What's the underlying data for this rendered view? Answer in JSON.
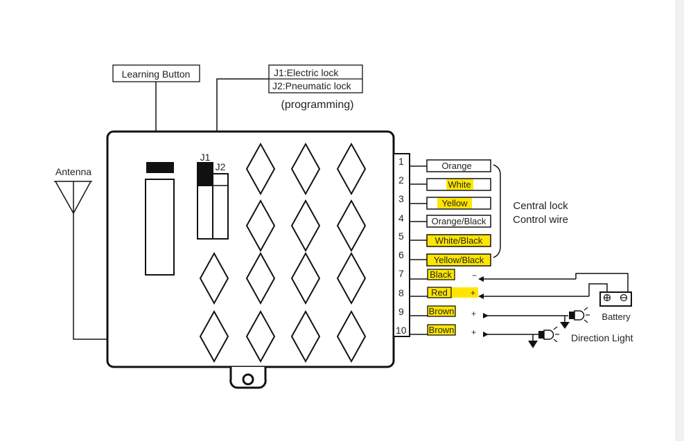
{
  "labels": {
    "learning_button": "Learning Button",
    "j1_electric": "J1:Electric lock",
    "j2_pneumatic": "J2:Pneumatic lock",
    "programming": "(programming)",
    "antenna": "Antenna",
    "j1": "J1",
    "j2": "J2",
    "central_lock_line1": "Central lock",
    "central_lock_line2": "Control wire",
    "battery": "Battery",
    "direction_light": "Direction Light",
    "minus": "−",
    "plus": "+"
  },
  "colors": {
    "highlight": "#ffe600",
    "line": "#111111"
  },
  "wires": [
    {
      "num": "1",
      "color": "Orange",
      "highlighted": false
    },
    {
      "num": "2",
      "color": "White",
      "highlighted": true
    },
    {
      "num": "3",
      "color": "Yellow",
      "highlighted": true
    },
    {
      "num": "4",
      "color": "Orange/Black",
      "highlighted": false
    },
    {
      "num": "5",
      "color": "White/Black",
      "highlighted": true
    },
    {
      "num": "6",
      "color": "Yellow/Black",
      "highlighted": true
    },
    {
      "num": "7",
      "color": "Black",
      "highlighted": true
    },
    {
      "num": "8",
      "color": "Red",
      "highlighted": true
    },
    {
      "num": "9",
      "color": "Brown",
      "highlighted": true
    },
    {
      "num": "10",
      "color": "Brown",
      "highlighted": true
    }
  ]
}
